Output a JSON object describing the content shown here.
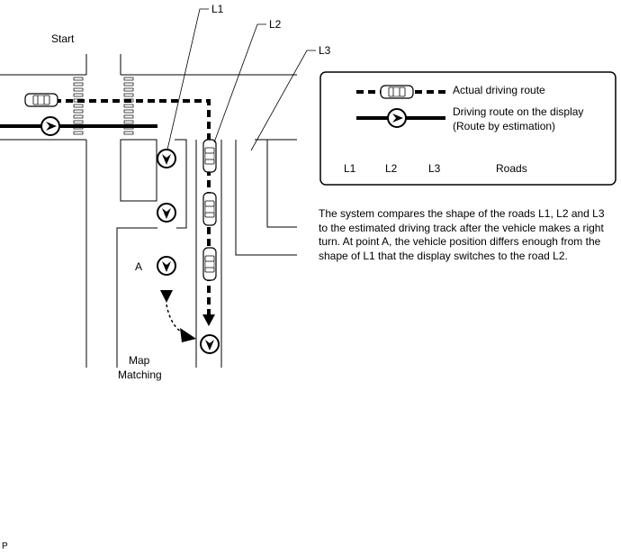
{
  "labels": {
    "start": "Start",
    "l1": "L1",
    "l2": "L2",
    "l3": "L3",
    "point_a": "A",
    "map_matching_1": "Map",
    "map_matching_2": "Matching",
    "footer": "P"
  },
  "legend": {
    "actual_route": "Actual driving route",
    "display_route_1": "Driving route on the display",
    "display_route_2": "(Route by estimation)",
    "road_l1": "L1",
    "road_l2": "L2",
    "road_l3": "L3",
    "roads": "Roads"
  },
  "description": "The system compares the shape of the roads L1, L2 and L3 to the estimated driving track after the vehicle makes a right turn. At point A, the vehicle position differs enough from the shape of L1 that the display switches to the road L2.",
  "icons": [
    "car-icon",
    "direction-arrow-icon"
  ],
  "colors": {
    "line": "#000000",
    "background": "#ffffff"
  }
}
